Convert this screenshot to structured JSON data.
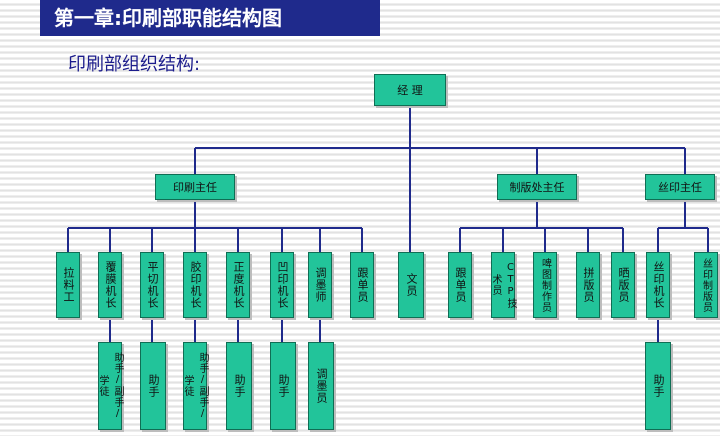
{
  "header": {
    "title": "第一章:印刷部职能结构图",
    "subtitle": "印刷部组织结构:"
  },
  "colors": {
    "box": "#22c49a",
    "line": "#1f2a8c",
    "banner": "#1f2a8c"
  },
  "org": {
    "manager": "经 理",
    "heads": [
      "印刷主任",
      "制版处主任",
      "丝印主任"
    ],
    "clerk": "文员",
    "print_staff": [
      "拉料工",
      "覆膜机长",
      "平切机长",
      "胶印机长",
      "正度机长",
      "凹印机长",
      "调墨师",
      "跟单员"
    ],
    "plate_staff": [
      "跟单员",
      "CTP技术员",
      "啤图制作员",
      "拼版员",
      "晒版员"
    ],
    "silk_staff": [
      "丝印机长",
      "丝印制版员"
    ],
    "assistants": [
      "助手/副手/学徒",
      "助手",
      "助手/副手/学徒",
      "助手",
      "助手",
      "调墨员",
      "助手"
    ]
  }
}
